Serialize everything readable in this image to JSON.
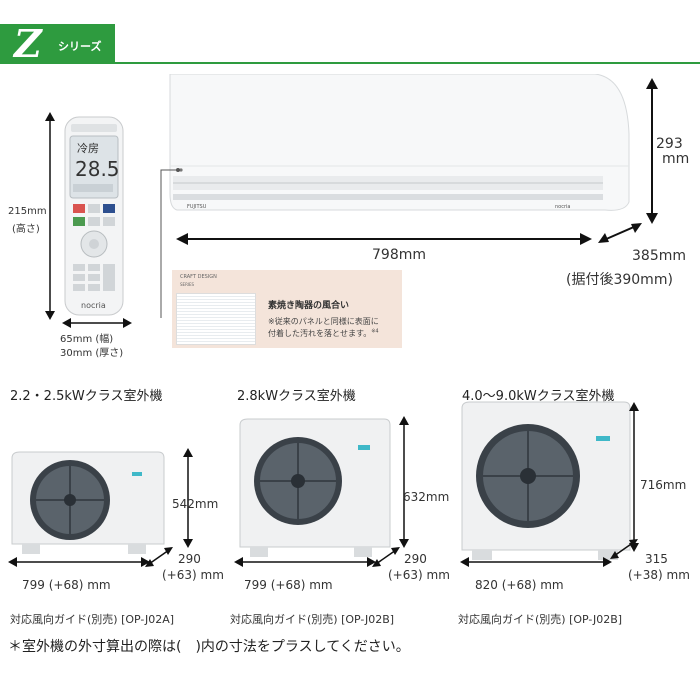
{
  "header": {
    "series_letter": "Z",
    "series_word": "シリーズ"
  },
  "remote": {
    "height_value": "215mm",
    "height_label": "(高さ)",
    "width_value": "65mm (幅)",
    "depth_value": "30mm (厚さ)",
    "screen_mode": "冷房",
    "screen_temp": "28.5",
    "brand": "nocria"
  },
  "indoor": {
    "height_value": "293",
    "height_unit": "mm",
    "width_value": "798mm",
    "depth_value": "385mm",
    "depth_note": "(据付後390mm)",
    "brand_left": "FUJITSU",
    "brand_right": "nocria"
  },
  "craft_design": {
    "tag_line1": "CRAFT DESIGN",
    "tag_line2": "SERIES",
    "title": "素焼き陶器の風合い",
    "note_line1": "※従来のパネルと同様に表面に",
    "note_line2": "付着した汚れを落とせます。",
    "note_mark": "※4"
  },
  "outdoor_units": [
    {
      "title": "2.2・2.5kWクラス室外機",
      "height": "542mm",
      "depth": "290",
      "depth_add": "(+63) mm",
      "width": "799 (+68) mm",
      "guide": "対応風向ガイド(別売) [OP-J02A]"
    },
    {
      "title": "2.8kWクラス室外機",
      "height": "632mm",
      "depth": "290",
      "depth_add": "(+63) mm",
      "width": "799 (+68) mm",
      "guide": "対応風向ガイド(別売) [OP-J02B]"
    },
    {
      "title": "4.0〜9.0kWクラス室外機",
      "height": "716mm",
      "depth": "315",
      "depth_add": "(+38) mm",
      "width": "820 (+68) mm",
      "guide": "対応風向ガイド(別売) [OP-J02B]"
    }
  ],
  "footnote": "＊室外機の外寸算出の際は(　)内の寸法をプラスしてください。",
  "colors": {
    "brand_green": "#2e9b3f",
    "arrow": "#111111",
    "panel_pink": "#f4e4da"
  }
}
